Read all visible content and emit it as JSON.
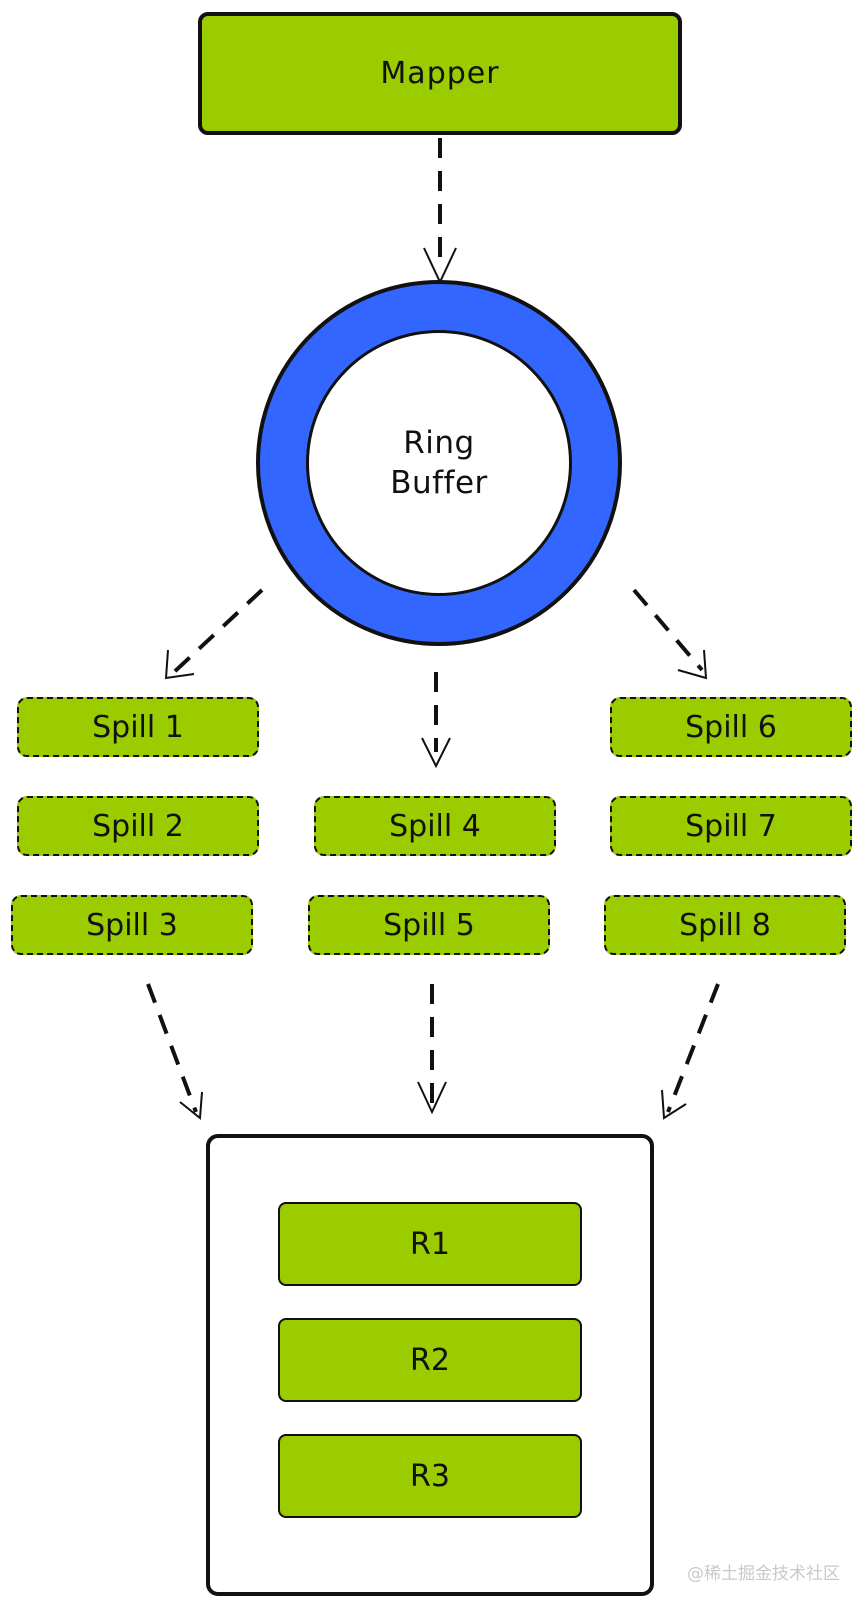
{
  "mapper": {
    "label": "Mapper"
  },
  "ring_buffer": {
    "label": "Ring\nBuffer"
  },
  "spills": [
    "Spill 1",
    "Spill 2",
    "Spill 3",
    "Spill 4",
    "Spill 5",
    "Spill 6",
    "Spill 7",
    "Spill 8"
  ],
  "reducers": [
    "R1",
    "R2",
    "R3"
  ],
  "watermark": "@稀土掘金技术社区",
  "colors": {
    "node_fill": "#9bcc00",
    "ring": "#3366ff",
    "stroke": "#111111"
  }
}
